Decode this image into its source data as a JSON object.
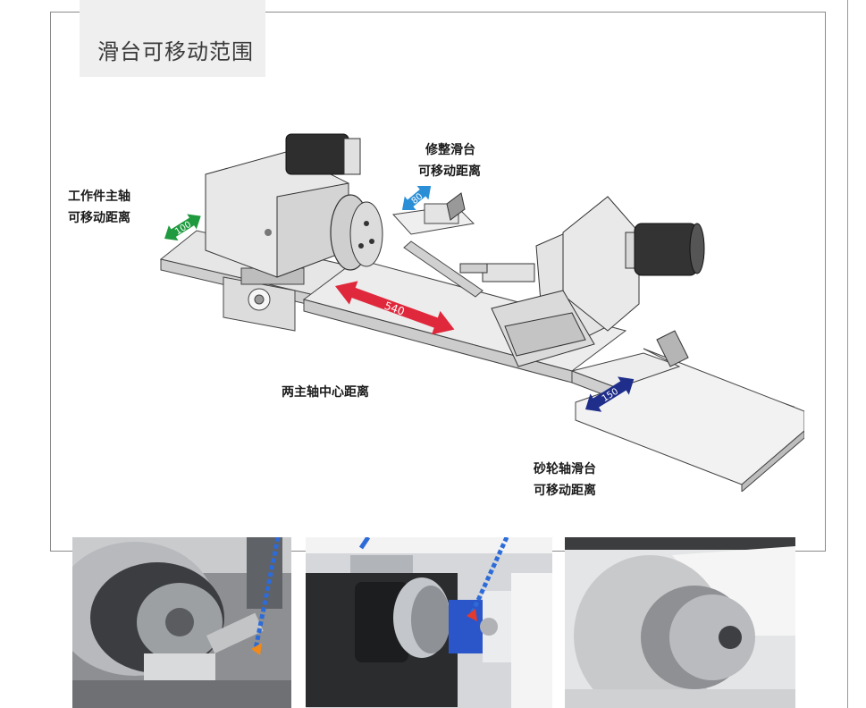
{
  "section": {
    "title": "滑台可移动范围"
  },
  "callouts": {
    "workpiece_spindle": {
      "line1": "工作件主轴",
      "line2": "可移动距离"
    },
    "dresser_slide": {
      "line1": "修整滑台",
      "line2": "可移动距离"
    },
    "spindle_center": {
      "line1": "两主轴中心距离"
    },
    "wheel_slide": {
      "line1": "砂轮轴滑台",
      "line2": "可移动距离"
    }
  },
  "dimensions": {
    "workpiece_travel": "100",
    "dresser_travel": "80",
    "center_distance": "540",
    "wheel_travel": "150"
  },
  "colors": {
    "workpiece_arrow": "#1f9a3e",
    "dresser_arrow": "#2a8fd6",
    "center_arrow": "#e0283c",
    "wheel_arrow": "#1f2e8a",
    "title_bg": "#efefef"
  },
  "photos": [
    {
      "subject": "chuck-with-tool-photo"
    },
    {
      "subject": "grinding-wheel-photo"
    },
    {
      "subject": "workpiece-in-collet-photo"
    }
  ]
}
